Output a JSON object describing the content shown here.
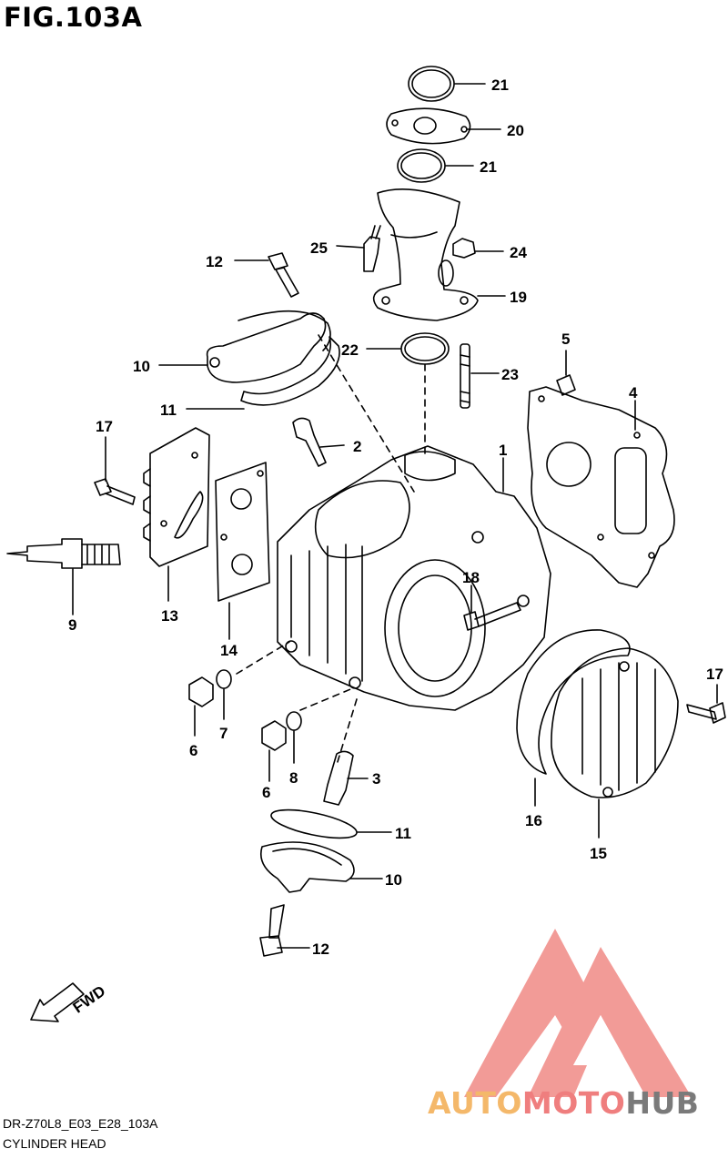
{
  "figure": {
    "title": "FIG.103A"
  },
  "footer": {
    "code": "DR-Z70L8_E03_E28_103A",
    "caption": "CYLINDER HEAD"
  },
  "watermark": {
    "part1": "AUTO",
    "part2": "MOTO",
    "part3": "HUB",
    "colors": {
      "auto": "#f4b86a",
      "moto": "#ef7e7e",
      "hub": "#7a7a7a",
      "logo": "#f08a86"
    }
  },
  "fwd_label": "FWD",
  "callouts": [
    "21",
    "20",
    "21",
    "25",
    "24",
    "12",
    "19",
    "22",
    "23",
    "5",
    "10",
    "11",
    "4",
    "17",
    "2",
    "1",
    "18",
    "9",
    "13",
    "14",
    "6",
    "7",
    "17",
    "6",
    "8",
    "3",
    "16",
    "15",
    "11",
    "10",
    "12"
  ]
}
